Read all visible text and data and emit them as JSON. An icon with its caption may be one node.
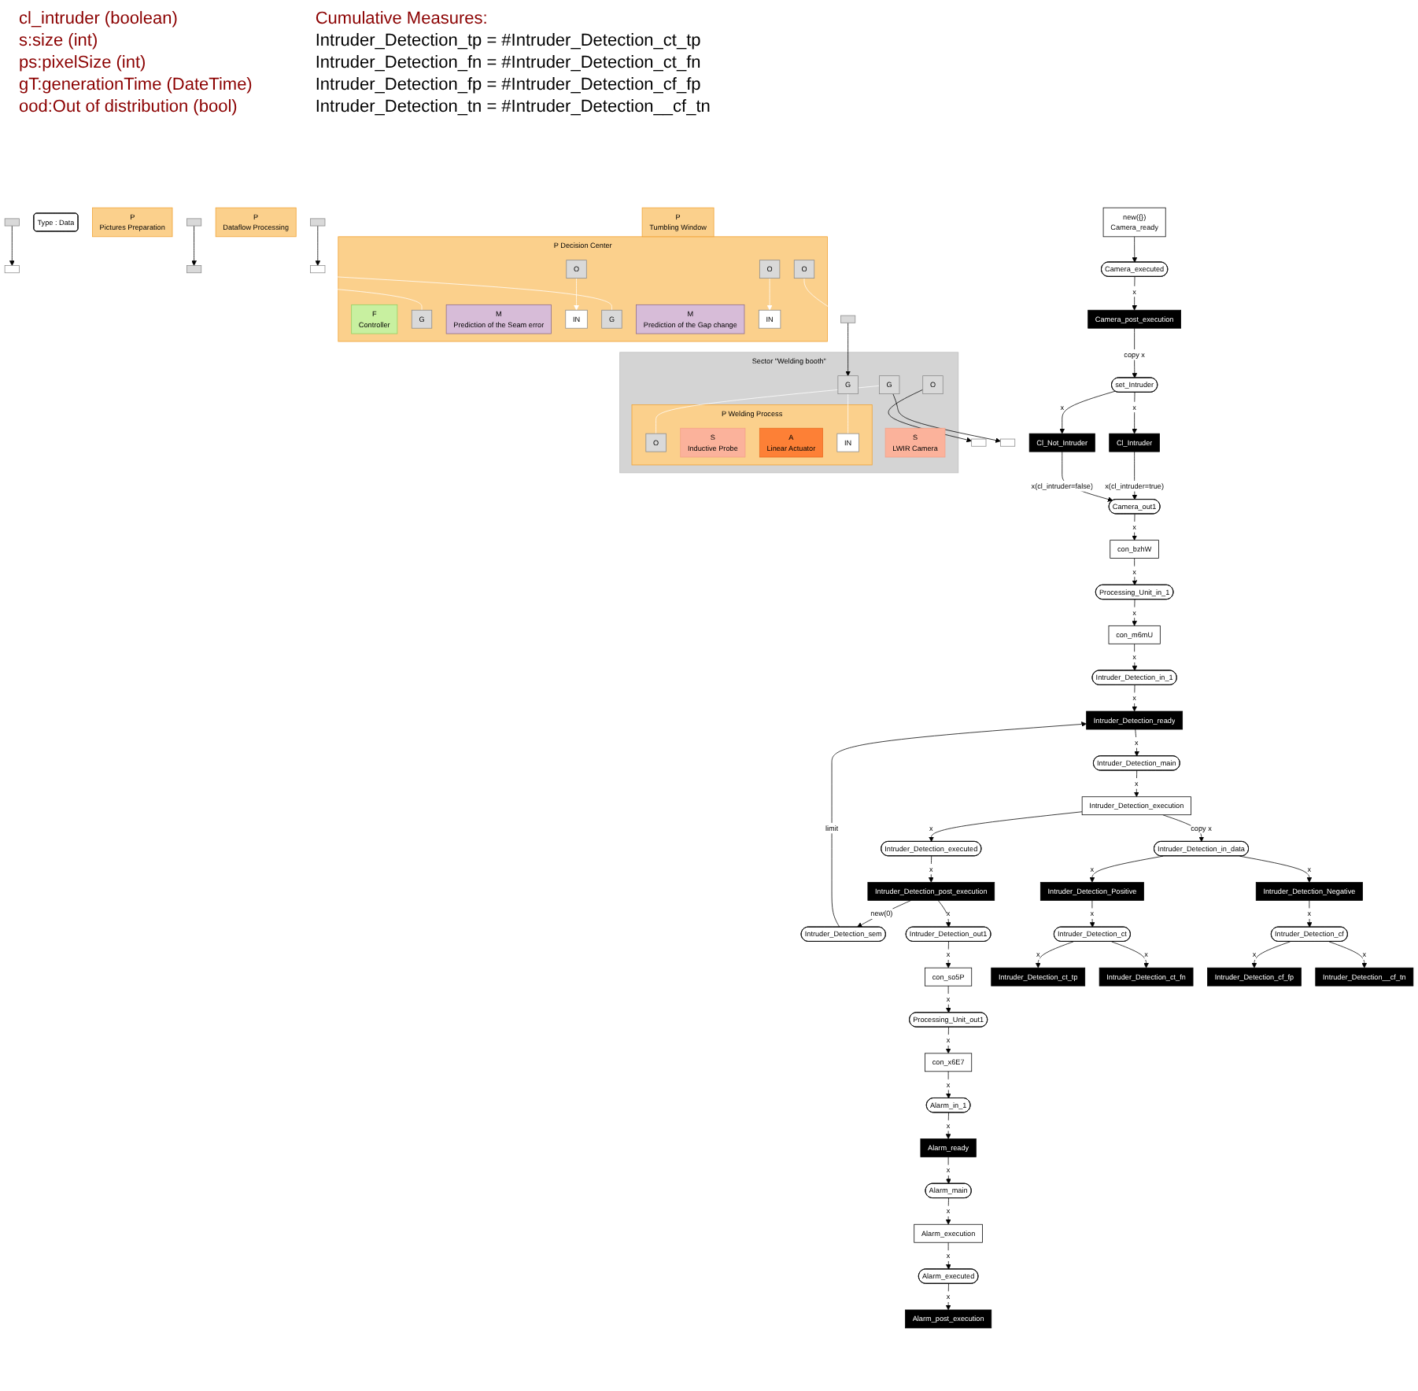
{
  "diagram": {
    "nodes": [
      {
        "text": [
          "new({})",
          "Camera_ready"
        ]
      },
      {
        "text": [
          "Camera_executed"
        ]
      },
      {
        "text": [
          "Camera_post_execution"
        ]
      },
      {
        "text": [
          "set_Intruder"
        ]
      },
      {
        "text": [
          "Cl_Intruder"
        ]
      },
      {
        "text": [
          "Cl_Not_Intruder"
        ]
      },
      {
        "text": [
          "Camera_out1"
        ]
      },
      {
        "text": [
          "con_bzhW"
        ]
      },
      {
        "text": [
          "Processing_Unit_in_1"
        ]
      },
      {
        "text": [
          "con_m6mU"
        ]
      },
      {
        "text": [
          "Intruder_Detection_in_1"
        ]
      },
      {
        "text": [
          "Intruder_Detection_ready"
        ]
      },
      {
        "text": [
          "Intruder_Detection_sem"
        ]
      },
      {
        "text": [
          "Intruder_Detection_main"
        ]
      },
      {
        "text": [
          "Intruder_Detection_execution"
        ]
      },
      {
        "text": [
          "Intruder_Detection_executed"
        ]
      },
      {
        "text": [
          "Intruder_Detection_post_execution"
        ]
      },
      {
        "text": [
          "Intruder_Detection_out1"
        ]
      },
      {
        "text": [
          "con_so5P"
        ]
      },
      {
        "text": [
          "Processing_Unit_out1"
        ]
      },
      {
        "text": [
          "con_x6E7"
        ]
      },
      {
        "text": [
          "Alarm_in_1"
        ]
      },
      {
        "text": [
          "Alarm_ready"
        ]
      },
      {
        "text": [
          "Alarm_main"
        ]
      },
      {
        "text": [
          "Alarm_execution"
        ]
      },
      {
        "text": [
          "Alarm_executed"
        ]
      },
      {
        "text": [
          "Alarm_post_execution"
        ]
      },
      {
        "text": [
          "Intruder_Detection_in_data"
        ]
      },
      {
        "text": [
          "Intruder_Detection_Positive"
        ]
      },
      {
        "text": [
          "Intruder_Detection_Negative"
        ]
      },
      {
        "text": [
          "Intruder_Detection_ct"
        ]
      },
      {
        "text": [
          "Intruder_Detection_cf"
        ]
      },
      {
        "text": [
          "Intruder_Detection_ct_tp"
        ]
      },
      {
        "text": [
          "Intruder_Detection_ct_fn"
        ]
      },
      {
        "text": [
          "Intruder_Detection_cf_fp"
        ]
      },
      {
        "text": [
          "Intruder_Detection__cf_tn"
        ]
      },
      {
        "text": [
          "Type : Data"
        ]
      },
      {
        "text": [
          "Sector \"Welding booth\""
        ]
      },
      {
        "text": [
          "P",
          "Welding Process"
        ],
        "in": 37
      },
      {
        "text": [
          "G"
        ],
        "in": 37
      },
      {
        "text": [
          "O"
        ],
        "in": 38
      },
      {
        "text": [
          "S",
          "Inductive Probe"
        ],
        "in": 38
      },
      {
        "text": [
          "A",
          "Linear Actuator"
        ],
        "in": 38
      },
      {
        "text": [
          "IN"
        ],
        "in": 38
      },
      {
        "text": [
          "S",
          "LWIR Camera"
        ],
        "in": 37
      },
      {
        "text": [
          "O"
        ],
        "in": 37
      },
      {
        "text": [
          "G"
        ],
        "in": 37
      },
      {
        "text": [],
        "shape": "box"
      },
      {
        "text": [
          "P",
          "Pictures Preparation"
        ]
      },
      {
        "text": [],
        "shape": "box"
      },
      {
        "text": [],
        "shape": "box"
      },
      {
        "text": [
          "P",
          "Decision Center"
        ]
      },
      {
        "text": [],
        "shape": "box"
      },
      {
        "text": [
          "O"
        ],
        "in": 51
      },
      {
        "text": [
          "F",
          "Controller"
        ],
        "in": 51
      },
      {
        "text": [
          "P",
          "Dataflow Processing"
        ]
      },
      {
        "text": [],
        "shape": "box"
      },
      {
        "text": [],
        "shape": "box"
      },
      {
        "text": [
          "G"
        ],
        "in": 51
      },
      {
        "text": [
          "M",
          "Prediction of the Seam error"
        ],
        "in": 51
      },
      {
        "text": [
          "O"
        ],
        "in": 51
      },
      {
        "text": [
          "IN"
        ],
        "in": 51
      },
      {
        "text": [],
        "shape": "box"
      },
      {
        "text": [
          "P",
          "Tumbling Window"
        ]
      },
      {
        "text": [],
        "shape": "box"
      },
      {
        "text": [],
        "shape": "box"
      },
      {
        "text": [
          "G"
        ],
        "in": 51
      },
      {
        "text": [
          "M",
          "Prediction of the Gap change"
        ],
        "in": 51
      },
      {
        "text": [
          "O"
        ],
        "in": 51
      },
      {
        "text": [
          "IN"
        ],
        "in": 51
      }
    ],
    "edges": [
      {
        "from": 0,
        "to": 1,
        "arrow": "to"
      },
      {
        "from": 1,
        "to": 2,
        "arrow": "to",
        "label": "x"
      },
      {
        "from": 2,
        "to": 3,
        "arrow": "to",
        "label": "copy x"
      },
      {
        "from": 3,
        "to": 4,
        "arrow": "to",
        "label": "x"
      },
      {
        "from": 3,
        "to": 5,
        "arrow": "to",
        "label": "x"
      },
      {
        "from": 4,
        "to": 6,
        "arrow": "to",
        "label": "x(cl_intruder=true)"
      },
      {
        "from": 5,
        "to": 6,
        "arrow": "to",
        "label": "x(cl_intruder=false)"
      },
      {
        "from": 6,
        "to": 7,
        "arrow": "to",
        "label": "x"
      },
      {
        "from": 7,
        "to": 8,
        "arrow": "to",
        "label": "x"
      },
      {
        "from": 8,
        "to": 9,
        "arrow": "to",
        "label": "x"
      },
      {
        "from": 9,
        "to": 10,
        "arrow": "to",
        "label": "x"
      },
      {
        "from": 10,
        "to": 11,
        "arrow": "to",
        "label": "x"
      },
      {
        "from": 12,
        "to": 11,
        "arrow": "to",
        "label": "limit"
      },
      {
        "from": 11,
        "to": 13,
        "arrow": "to",
        "label": "x"
      },
      {
        "from": 13,
        "to": 14,
        "arrow": "to",
        "label": "x"
      },
      {
        "from": 14,
        "to": 15,
        "arrow": "to",
        "label": "x"
      },
      {
        "from": 14,
        "to": 27,
        "arrow": "to",
        "label": "copy x"
      },
      {
        "from": 15,
        "to": 16,
        "arrow": "to",
        "label": "x"
      },
      {
        "from": 16,
        "to": 12,
        "arrow": "to",
        "label": "new(0)"
      },
      {
        "from": 16,
        "to": 17,
        "arrow": "to",
        "label": "x"
      },
      {
        "from": 17,
        "to": 18,
        "arrow": "to",
        "label": "x"
      },
      {
        "from": 18,
        "to": 19,
        "arrow": "to",
        "label": "x"
      },
      {
        "from": 19,
        "to": 20,
        "arrow": "to",
        "label": "x"
      },
      {
        "from": 20,
        "to": 21,
        "arrow": "to",
        "label": "x"
      },
      {
        "from": 21,
        "to": 22,
        "arrow": "to",
        "label": "x"
      },
      {
        "from": 22,
        "to": 23,
        "arrow": "to",
        "label": "x"
      },
      {
        "from": 23,
        "to": 24,
        "arrow": "to",
        "label": "x"
      },
      {
        "from": 24,
        "to": 25,
        "arrow": "to",
        "label": "x"
      },
      {
        "from": 25,
        "to": 26,
        "arrow": "to",
        "label": "x"
      },
      {
        "from": 27,
        "to": 28,
        "arrow": "to",
        "label": "x"
      },
      {
        "from": 27,
        "to": 29,
        "arrow": "to",
        "label": "x"
      },
      {
        "from": 28,
        "to": 30,
        "arrow": "to",
        "label": "x"
      },
      {
        "from": 29,
        "to": 31,
        "arrow": "to",
        "label": "x"
      },
      {
        "from": 30,
        "to": 32,
        "arrow": "to",
        "label": "x"
      },
      {
        "from": 30,
        "to": 33,
        "arrow": "to",
        "label": "x"
      },
      {
        "from": 31,
        "to": 34,
        "arrow": "to",
        "label": "x"
      },
      {
        "from": 31,
        "to": 35,
        "arrow": "to",
        "label": "x"
      },
      {
        "from": 45,
        "to": 47,
        "arrow": "to"
      },
      {
        "from": 49,
        "to": 52,
        "arrow": "to"
      },
      {
        "from": 56,
        "to": 57,
        "arrow": "to"
      },
      {
        "from": 64,
        "to": 65,
        "arrow": "to"
      },
      {
        "from": 57,
        "to": 58,
        "arrow": "none",
        "color": "#ffffff"
      },
      {
        "from": 65,
        "to": 66,
        "arrow": "none",
        "color": "#ffffff"
      },
      {
        "from": 60,
        "to": 61,
        "arrow": "to",
        "color": "#ffffff"
      },
      {
        "from": 68,
        "to": 69,
        "arrow": "to",
        "color": "#ffffff"
      },
      {
        "from": 53,
        "to": 50,
        "arrow": "none",
        "color": "#ffffff"
      },
      {
        "from": 50,
        "to": 46,
        "arrow": "to"
      },
      {
        "from": 46,
        "to": 43,
        "arrow": "none",
        "color": "#ffffff"
      },
      {
        "from": 39,
        "to": 40,
        "arrow": "none",
        "color": "#ffffff"
      },
      {
        "from": 39,
        "to": 62,
        "arrow": "to"
      }
    ],
    "labels": [
      "cl_intruder (boolean)",
      "s:size (int)",
      "ps:pixelSize (int)",
      "gT:generationTime (DateTime)",
      "ood:Out of distribution (bool)",
      "Cumulative Measures:",
      "Intruder_Detection_tp = #Intruder_Detection_ct_tp",
      "Intruder_Detection_fn = #Intruder_Detection_ct_fn",
      "Intruder_Detection_fp = #Intruder_Detection_cf_fp",
      "Intruder_Detection_tn = #Intruder_Detection__cf_tn"
    ]
  }
}
